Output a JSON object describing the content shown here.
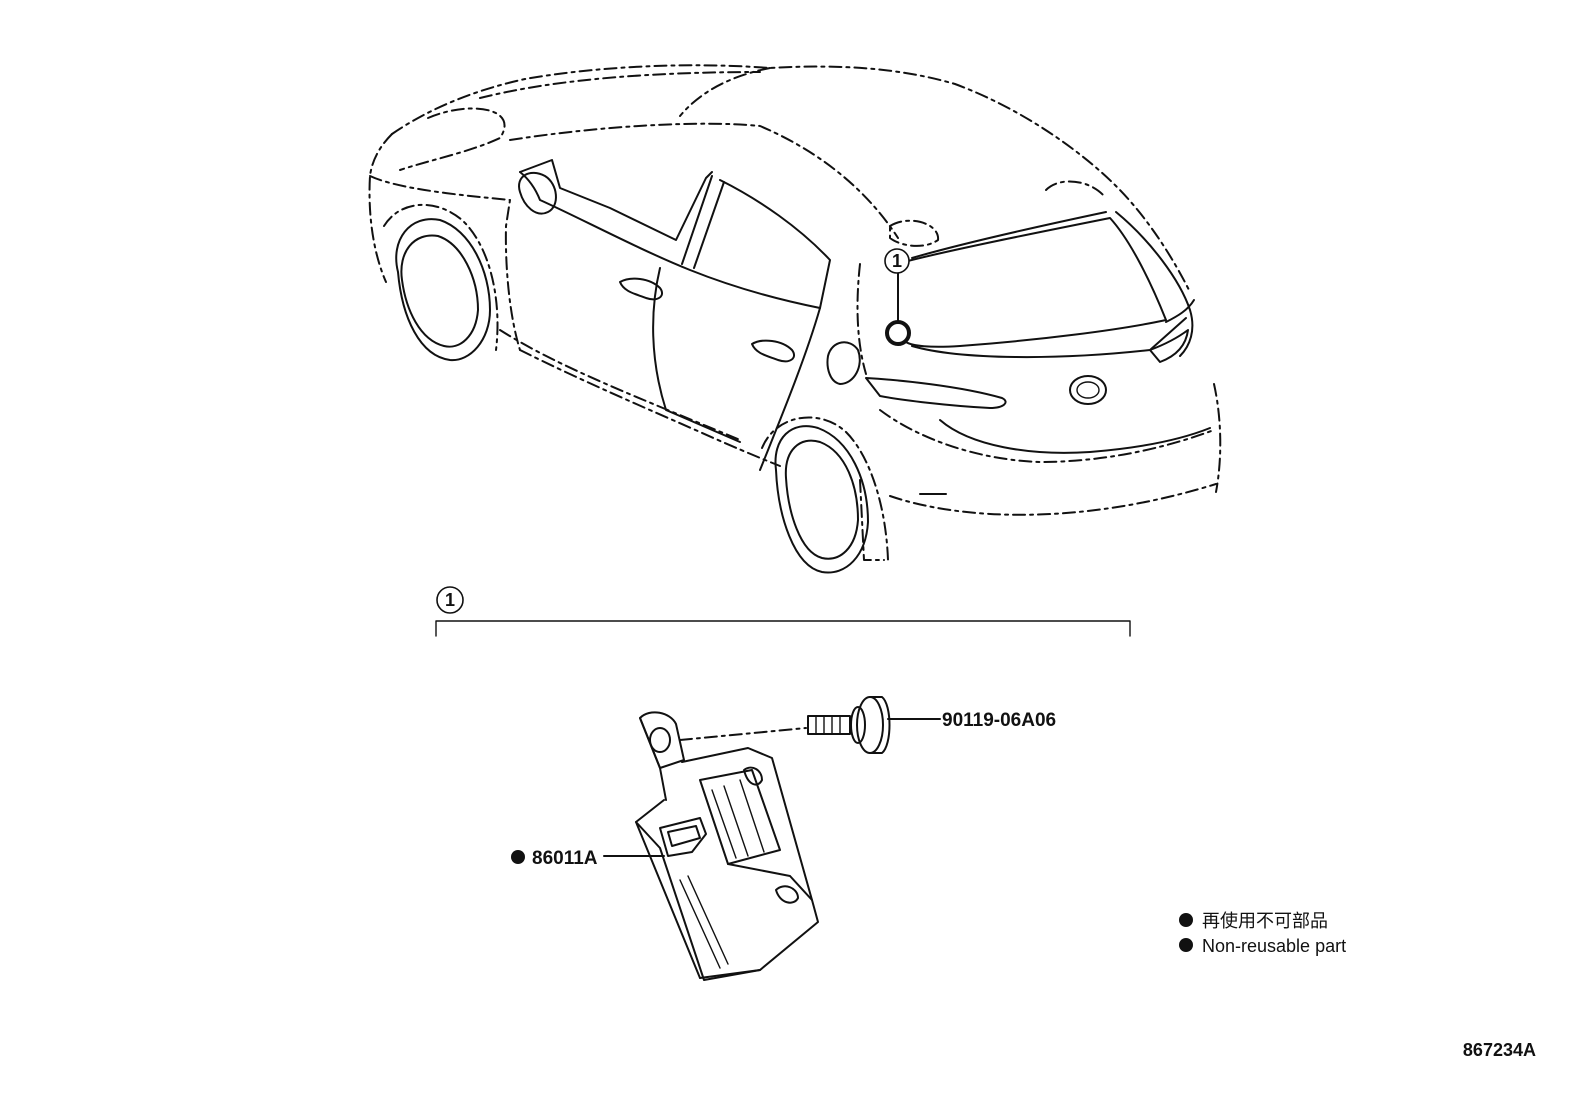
{
  "callout": {
    "number": "1"
  },
  "parts": {
    "bolt_number": "90119-06A06",
    "module_number": "86011A"
  },
  "legend": {
    "items": [
      {
        "text": "再使用不可部品"
      },
      {
        "text": "Non-reusable part"
      }
    ]
  },
  "diagram_code": "867234A"
}
